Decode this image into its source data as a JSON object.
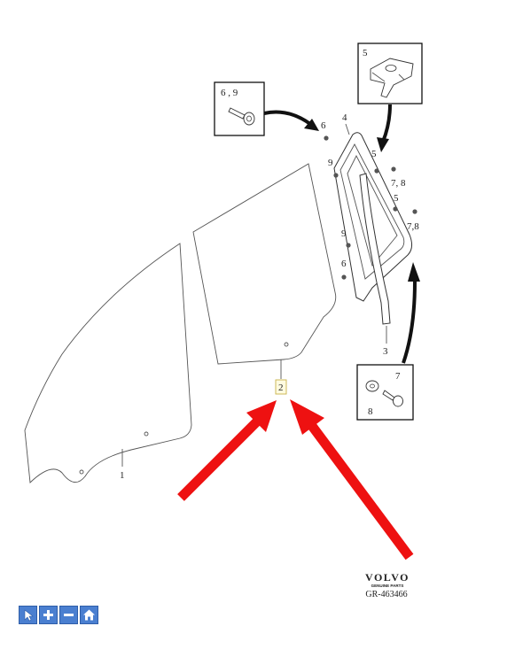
{
  "diagram": {
    "callout_labels": {
      "screws_top": "6 , 9",
      "clip": "5",
      "screw_washer_bottom": "7",
      "washer_bottom": "8"
    },
    "part_labels": [
      {
        "id": "glass-front",
        "text": "1"
      },
      {
        "id": "glass-rear",
        "text": "2"
      },
      {
        "id": "channel",
        "text": "3"
      },
      {
        "id": "quarter-glass",
        "text": "4"
      },
      {
        "id": "clip-a",
        "text": "5"
      },
      {
        "id": "clip-b",
        "text": "5"
      },
      {
        "id": "screw-a",
        "text": "6"
      },
      {
        "id": "screw-b",
        "text": "6"
      },
      {
        "id": "nut-a",
        "text": "7, 8"
      },
      {
        "id": "nut-b",
        "text": "7,8"
      },
      {
        "id": "bolt-a",
        "text": "9"
      },
      {
        "id": "bolt-b",
        "text": "9"
      }
    ],
    "highlight_color": "#ee1111"
  },
  "brand": {
    "name": "VOLVO",
    "tagline": "GENUINE PARTS",
    "reference": "GR-463466"
  },
  "toolbar": {
    "buttons": [
      {
        "icon": "cursor-icon",
        "name": "select-tool"
      },
      {
        "icon": "plus-icon",
        "name": "zoom-in"
      },
      {
        "icon": "minus-icon",
        "name": "zoom-out"
      },
      {
        "icon": "home-icon",
        "name": "reset-view"
      }
    ]
  }
}
